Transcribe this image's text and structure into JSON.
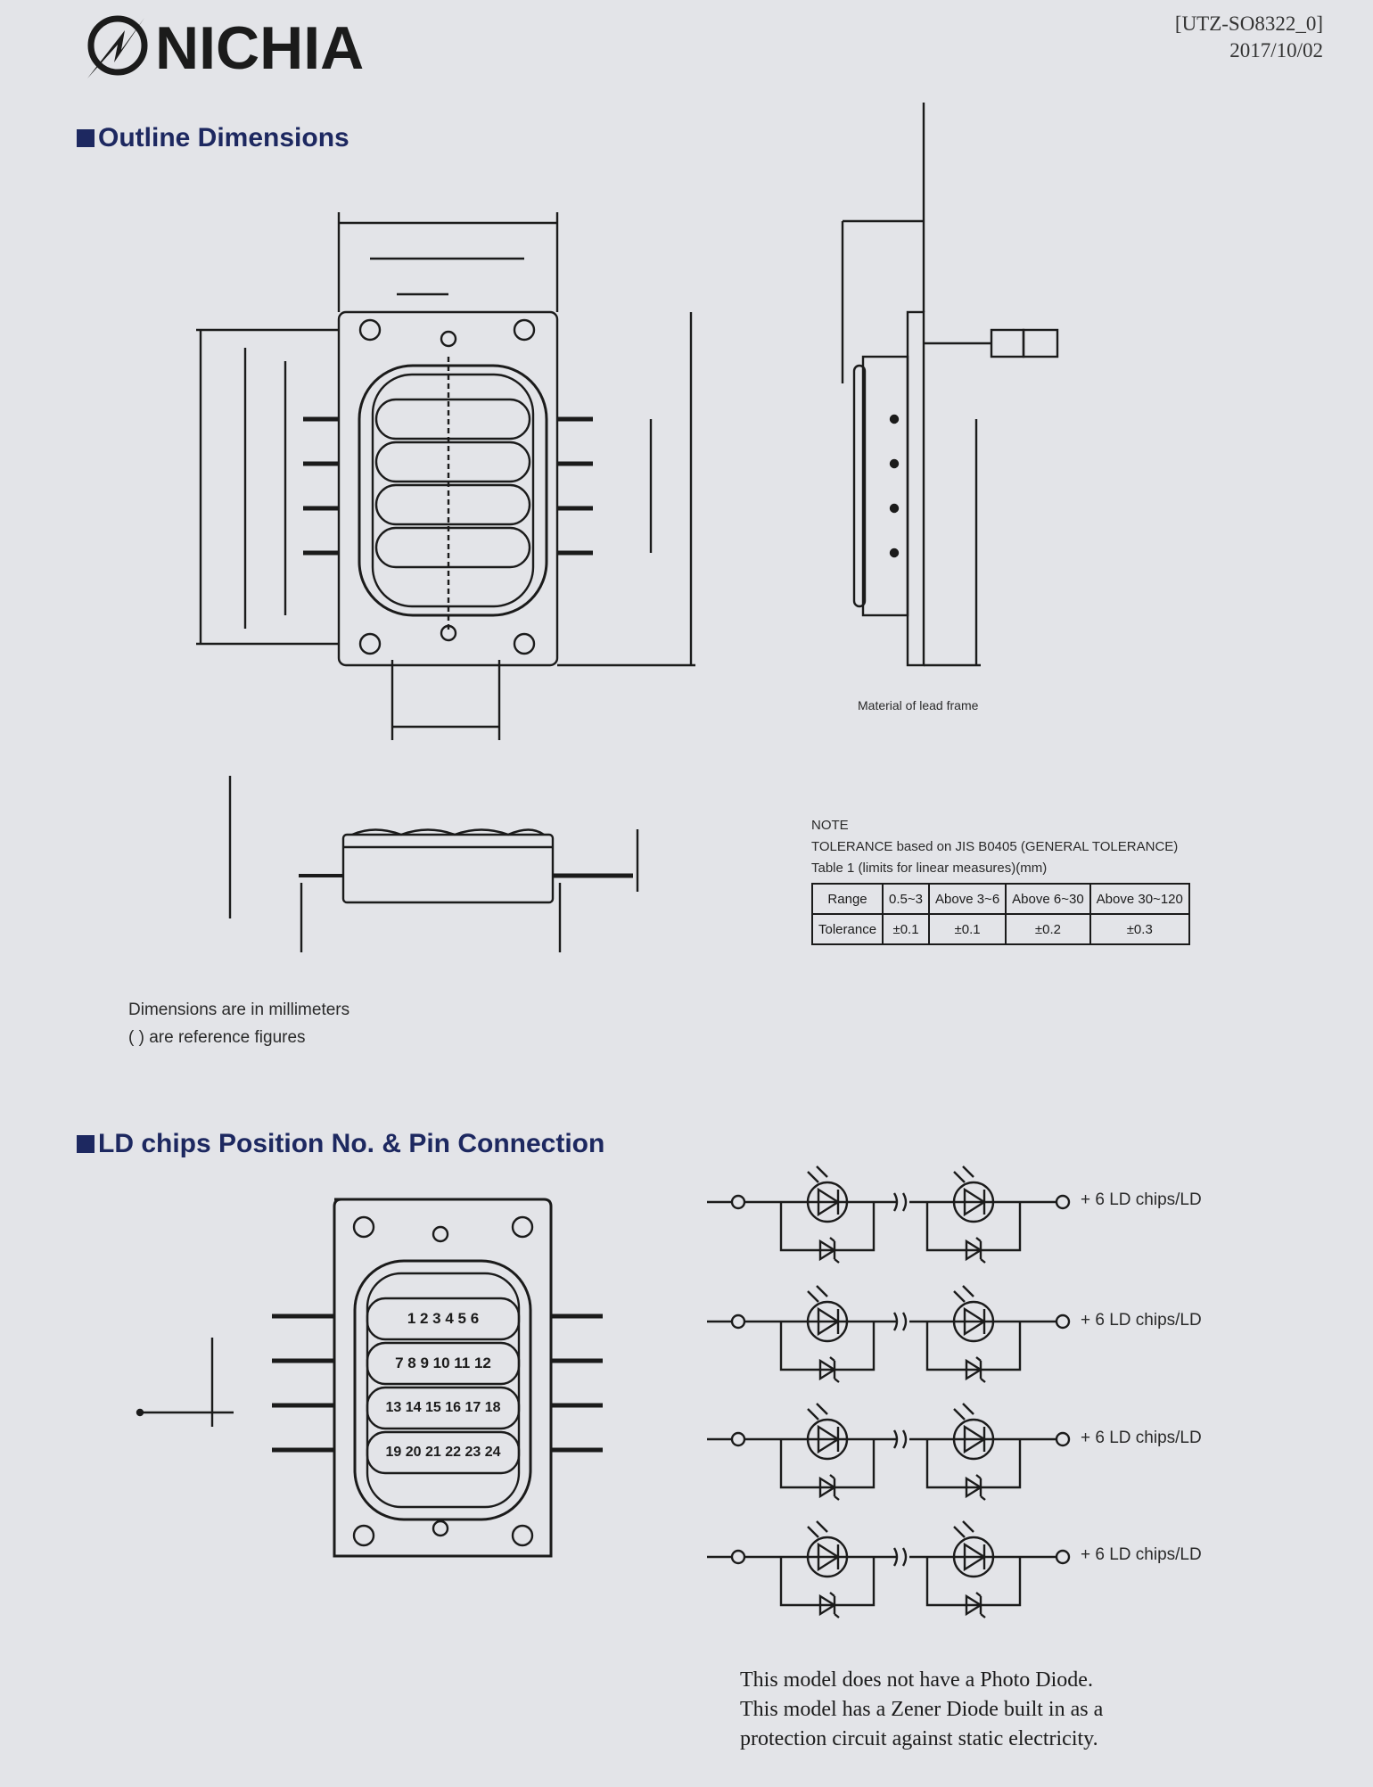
{
  "header": {
    "brand": "NICHIA",
    "doc_number": "[UTZ-SO8322_0]",
    "date": "2017/10/02"
  },
  "sections": {
    "outline": "Outline Dimensions",
    "led": "LD chips Position No. & Pin Connection"
  },
  "outline": {
    "notes": [
      "Dimensions are in millimeters",
      "( ) are reference figures"
    ],
    "material_note": "Material of lead frame",
    "tolerance": {
      "label": "NOTE",
      "unit_line": "TOLERANCE based on JIS B0405 (GENERAL TOLERANCE)",
      "header_line": "Table 1 (limits for linear measures)(mm)",
      "columns": [
        "Range",
        "0.5~3",
        "Above 3~6",
        "Above 6~30",
        "Above 30~120"
      ],
      "row": [
        "Tolerance",
        "±0.1",
        "±0.1",
        "±0.2",
        "±0.3"
      ]
    }
  },
  "circuit": {
    "labels": [
      "+ 6 LD chips/LD",
      "+ 6 LD chips/LD",
      "+ 6 LD chips/LD",
      "+ 6 LD chips/LD"
    ],
    "chip_rows": [
      "1 2 3 4 5 6",
      "7 8 9 10 11 12",
      "13 14 15 16 17 18",
      "19 20 21 22 23 24"
    ],
    "notes": [
      "This model does not have a Photo Diode.",
      "This model has a Zener Diode built in as a",
      "protection circuit against static electricity."
    ]
  }
}
